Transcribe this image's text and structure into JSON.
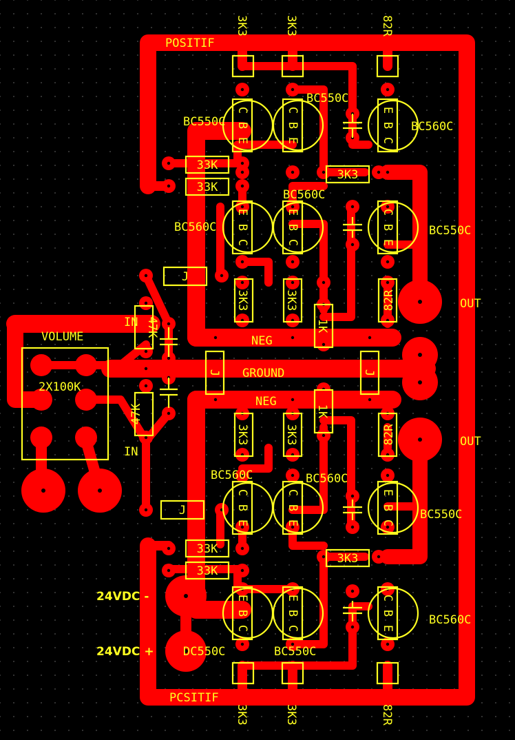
{
  "nets": {
    "positive_top": "POSITIF",
    "positive_bottom": "PCSITIF",
    "neg_top": "NEG",
    "neg_bottom": "NEG",
    "ground": "GROUND",
    "out_top": "OUT",
    "out_bottom": "OUT",
    "in_top": "IN",
    "in_bottom": "IN"
  },
  "power": {
    "minus": "24VDC  -",
    "plus": "24VDC  +"
  },
  "volume": {
    "title": "VOLUME",
    "value": "2X100K"
  },
  "top_edge_labels": [
    "3K3",
    "3K3",
    "82R"
  ],
  "bottom_edge_labels": [
    "3K3",
    "3K3",
    "82R"
  ],
  "transistor_labels": {
    "t1": "BC550C",
    "t2": "BC550C",
    "t3": "BC560C",
    "t4": "BC560C",
    "t5": "BC560C",
    "t6": "BC550C",
    "t7": "BC560C",
    "t8": "BC560C",
    "t9": "BC550C",
    "t10": "DC550C",
    "t11": "BC550C",
    "t12": "BC560C"
  },
  "resistor_values": {
    "r33k_1": "33K",
    "r33k_2": "33K",
    "r33k_3": "33K",
    "r33k_4": "33K",
    "r3k3_h1": "3K3",
    "r3k3_h2": "3K3",
    "r47k_1": "47K",
    "r47k_2": "47K",
    "r3k3_v1": "3K3",
    "r3k3_v2": "3K3",
    "r82r_v1": "82R",
    "r1k_1": "1K",
    "r1k_2": "1K",
    "r3k3_v3": "3K3",
    "r3k3_v4": "3K3",
    "r82r_v2": "82R"
  },
  "jumper_label": "J",
  "pin_letters": [
    "C",
    "B",
    "E"
  ]
}
